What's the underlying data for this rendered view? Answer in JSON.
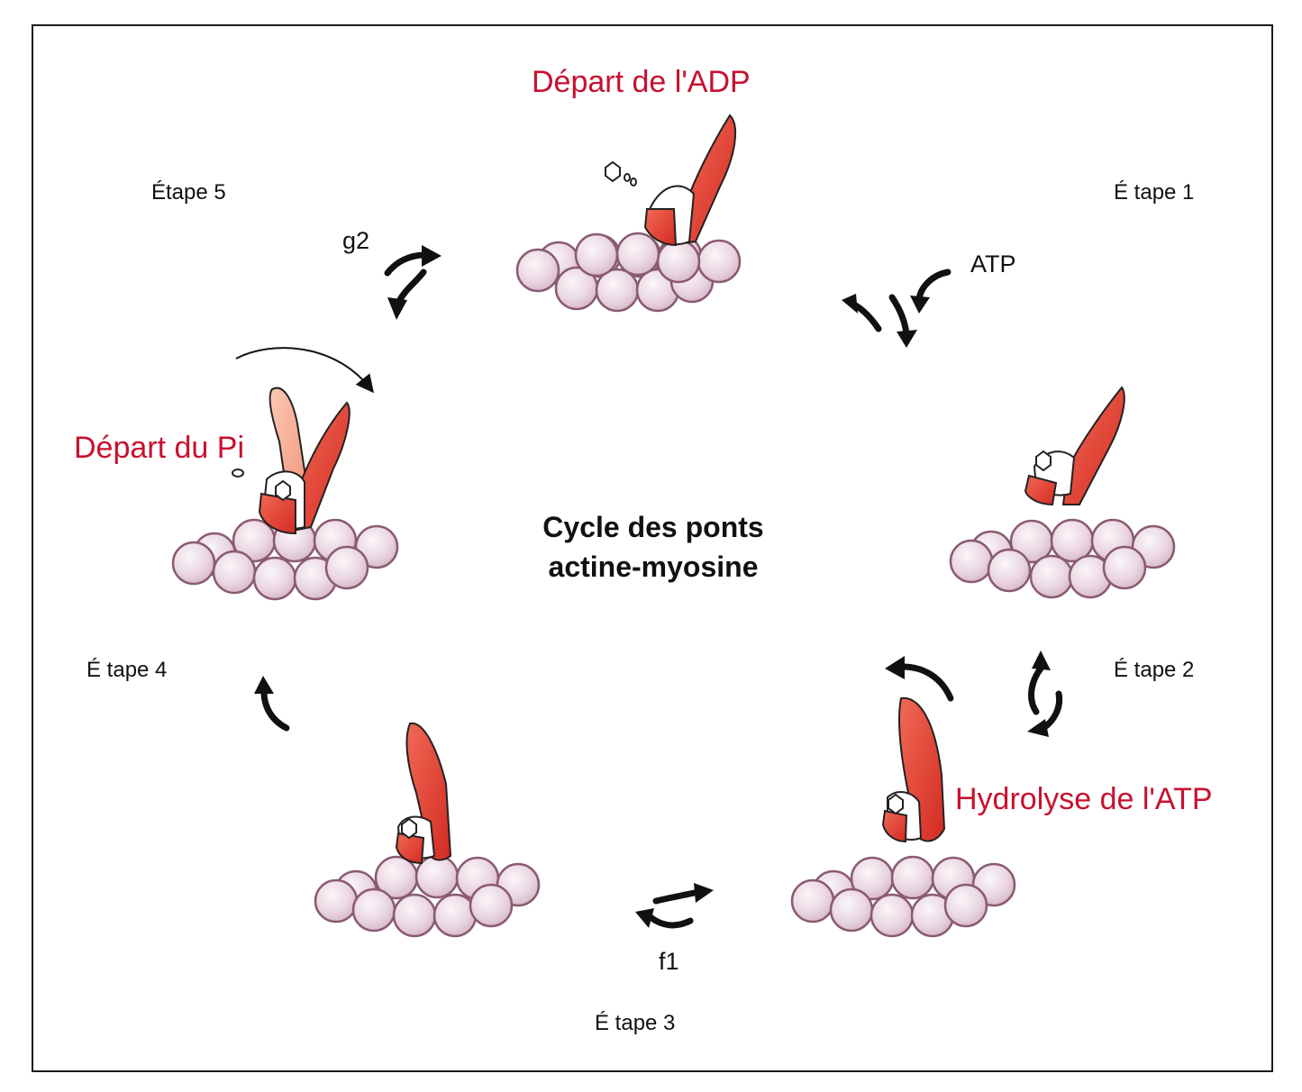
{
  "title": {
    "line1": "Cycle des ponts",
    "line2": "actine-myosine"
  },
  "steps": {
    "step1": "É tape 1",
    "step2": "É tape 2",
    "step3": "É tape 3",
    "step4": "É tape 4",
    "step5": "Étape 5"
  },
  "events": {
    "adp_release": "Départ de l'ADP",
    "atp_hydrolysis": "Hydrolyse de l'ATP",
    "pi_release": "Départ du Pi"
  },
  "labels": {
    "atp": "ATP",
    "f1": "f1",
    "g2": "g2"
  },
  "colors": {
    "event_text": "#c8102e",
    "myosin": "#e03a2e",
    "myosin_light": "#f4a08a",
    "actin": "#ead7e2",
    "actin_stroke": "#8a5a72",
    "frame": "#1a1a1a"
  }
}
